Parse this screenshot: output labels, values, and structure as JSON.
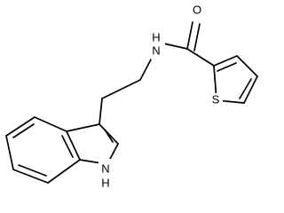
{
  "molecule": {
    "atoms": {
      "carbonyl_oxygen": "O",
      "amide_nitrogen": "N",
      "amide_hydrogen": "H",
      "thiophene_sulfur": "S",
      "indole_nitrogen": "N",
      "indole_hydrogen": "H"
    }
  },
  "colors": {
    "bond": "#000000",
    "background": "#ffffff"
  }
}
